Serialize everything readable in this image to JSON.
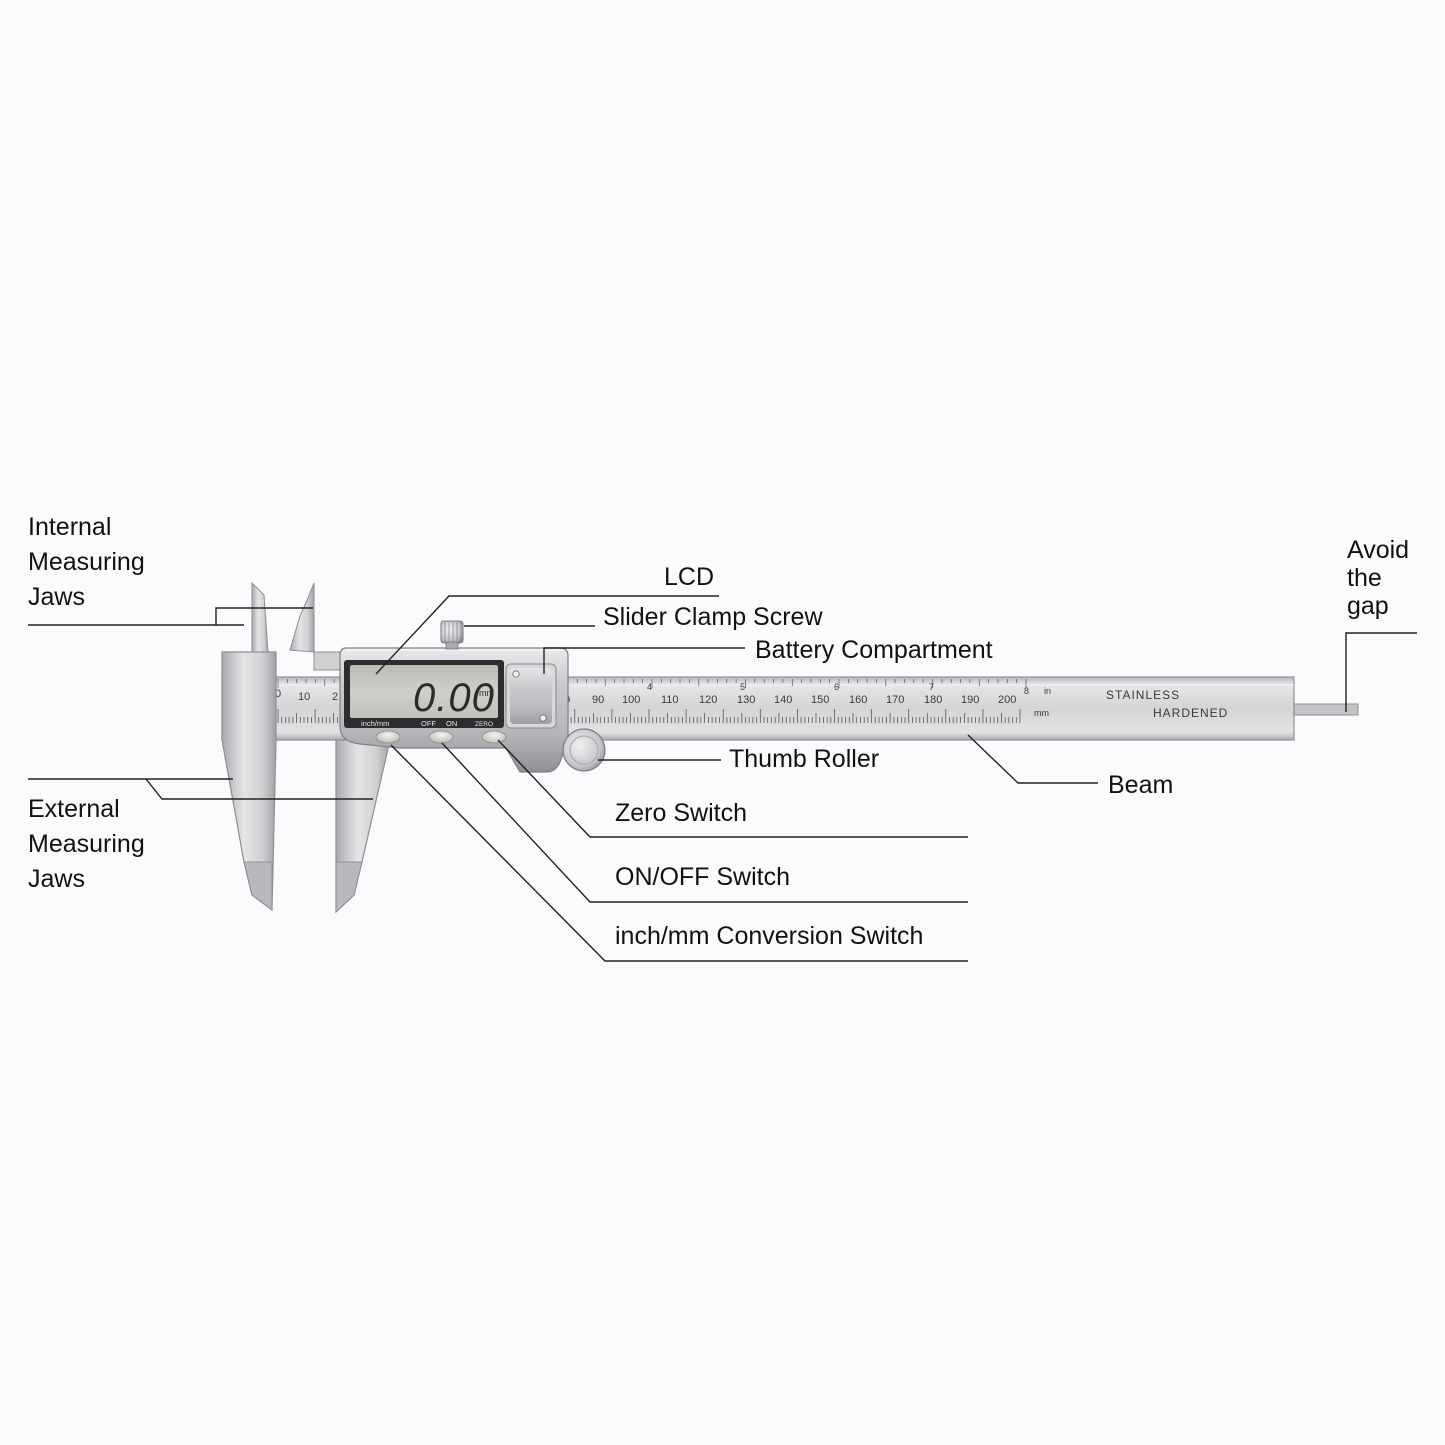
{
  "labels": {
    "internal_jaws": [
      "Internal",
      "Measuring",
      "Jaws"
    ],
    "external_jaws": [
      "External",
      "Measuring",
      "Jaws"
    ],
    "lcd": "LCD",
    "slider_clamp": "Slider Clamp Screw",
    "battery": "Battery Compartment",
    "thumb_roller": "Thumb Roller",
    "beam": "Beam",
    "zero_switch": "Zero Switch",
    "onoff_switch": "ON/OFF Switch",
    "conversion_switch": "inch/mm Conversion Switch",
    "avoid_gap": [
      "Avoid",
      "the",
      "gap"
    ]
  },
  "device": {
    "display_value": "0.00",
    "display_unit": "mm",
    "button_labels": [
      "inch/mm",
      "OFF",
      "ON",
      "ZERO"
    ],
    "beam_text_1": "STAINLESS",
    "beam_text_2": "HARDENED",
    "unit_in": "in",
    "unit_mm": "mm",
    "mm_scale": [
      "0",
      "10",
      "2",
      "0",
      "90",
      "100",
      "110",
      "120",
      "130",
      "140",
      "150",
      "160",
      "170",
      "180",
      "190",
      "200"
    ],
    "inch_scale": [
      "4",
      "5",
      "6",
      "7",
      "8"
    ]
  },
  "colors": {
    "background": "#fbfbfd",
    "steel": "#c9cacc",
    "lcd_screen": "#c8cbc4"
  }
}
